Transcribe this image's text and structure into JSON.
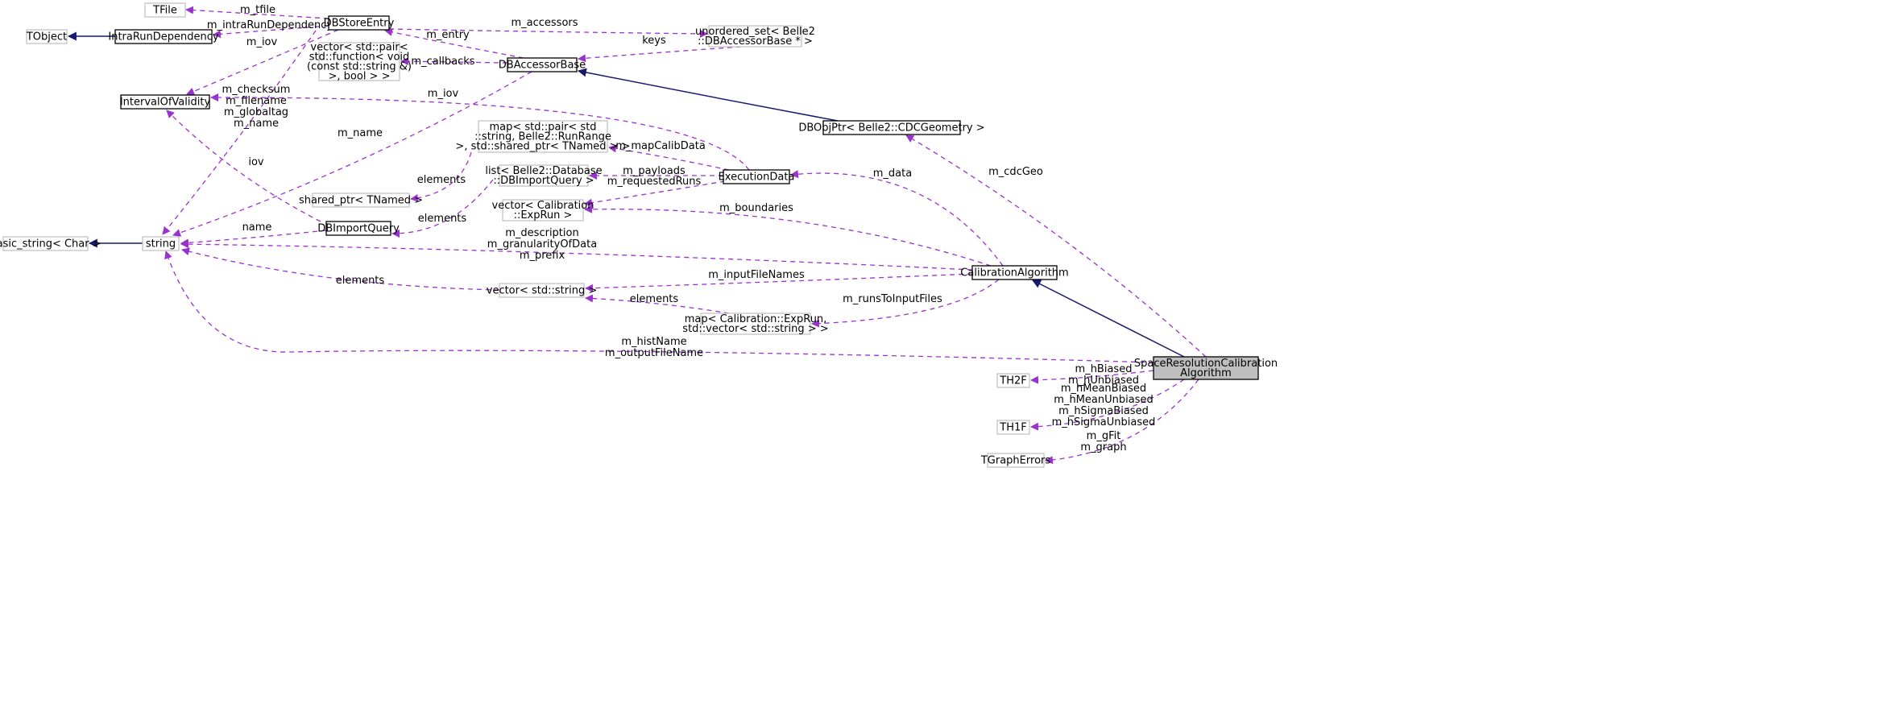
{
  "colors": {
    "association": "#9a32cd",
    "inheritance": "#191970",
    "focus_fill": "#bfbfbf",
    "external_border": "#bfbfbf"
  },
  "nodes": {
    "tfile": [
      "TFile"
    ],
    "tobject": [
      "TObject"
    ],
    "dbstoreentry": [
      "DBStoreEntry"
    ],
    "intrarundependency": [
      "IntraRunDependency"
    ],
    "unordered_set": [
      "unordered_set< Belle2",
      "::DBAccessorBase * >"
    ],
    "vector_pair": [
      "vector< std::pair<",
      "std::function< void",
      "(const std::string &)",
      ">, bool > >"
    ],
    "dbaccessorbase": [
      "DBAccessorBase"
    ],
    "intervalofvalidity": [
      "IntervalOfValidity"
    ],
    "dbobjptr": [
      "DBObjPtr< Belle2::CDCGeometry >"
    ],
    "map_runrange": [
      "map< std::pair< std",
      "::string, Belle2::RunRange",
      ">, std::shared_ptr< TNamed > >"
    ],
    "executiondata": [
      "ExecutionData"
    ],
    "list_query": [
      "list< Belle2::Database",
      "::DBImportQuery >"
    ],
    "shared_ptr": [
      "shared_ptr< TNamed >"
    ],
    "vector_exprun": [
      "vector< Calibration",
      "::ExpRun >"
    ],
    "dbimportquery": [
      "DBImportQuery"
    ],
    "basic_string": [
      "basic_string< Char >"
    ],
    "string": [
      "string"
    ],
    "calibrationalgorithm": [
      "CalibrationAlgorithm"
    ],
    "vector_string": [
      "vector< std::string >"
    ],
    "map_exprun": [
      "map< Calibration::ExpRun,",
      "std::vector< std::string > >"
    ],
    "spaceresolution": [
      "SpaceResolutionCalibration",
      "Algorithm"
    ],
    "th2f": [
      "TH2F"
    ],
    "th1f": [
      "TH1F"
    ],
    "tgrapherrors": [
      "TGraphErrors"
    ]
  },
  "edge_labels": {
    "m_tfile": [
      "m_tfile"
    ],
    "m_accessors": [
      "m_accessors"
    ],
    "m_intraRunDependency": [
      "m_intraRunDependency"
    ],
    "m_iov_store": [
      "m_iov"
    ],
    "m_entry": [
      "m_entry"
    ],
    "keys": [
      "keys"
    ],
    "m_callbacks": [
      "m_callbacks"
    ],
    "m_iov_exec": [
      "m_iov"
    ],
    "store_strings": [
      "m_checksum",
      "m_filename",
      "m_globaltag",
      "m_name"
    ],
    "m_name": [
      "m_name"
    ],
    "iov": [
      "iov"
    ],
    "m_mapCalibData": [
      "m_mapCalibData"
    ],
    "elements_shared": [
      "elements"
    ],
    "m_payloads": [
      "m_payloads"
    ],
    "m_requestedRuns": [
      "m_requestedRuns"
    ],
    "elements_list": [
      "elements"
    ],
    "m_data": [
      "m_data"
    ],
    "m_cdcGeo": [
      "m_cdcGeo"
    ],
    "m_boundaries": [
      "m_boundaries"
    ],
    "name": [
      "name"
    ],
    "calib_strings": [
      "m_description",
      "m_granularityOfData",
      "m_prefix"
    ],
    "elements_vecstr": [
      "elements"
    ],
    "m_inputFileNames": [
      "m_inputFileNames"
    ],
    "elements_map": [
      "elements"
    ],
    "m_runsToInputFiles": [
      "m_runsToInputFiles"
    ],
    "space_strings": [
      "m_histName",
      "m_outputFileName"
    ],
    "th2f_members": [
      "m_hBiased",
      "m_hUnbiased"
    ],
    "th1f_members": [
      "m_hMeanBiased",
      "m_hMeanUnbiased",
      "m_hSigmaBiased",
      "m_hSigmaUnbiased"
    ],
    "graph_members": [
      "m_gFit",
      "m_graph"
    ]
  }
}
